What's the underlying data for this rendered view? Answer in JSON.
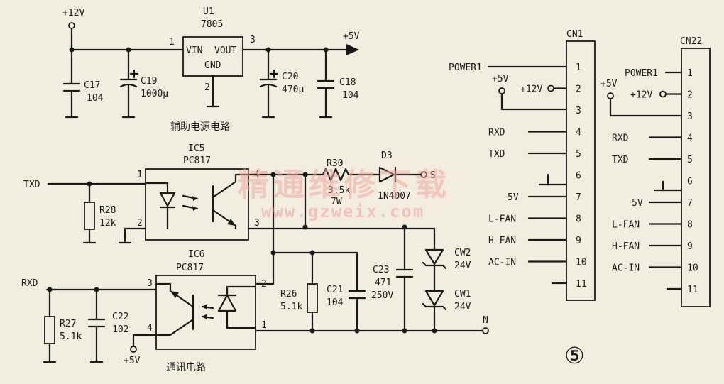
{
  "supply": {
    "v12": "+12V",
    "v5": "+5V"
  },
  "aux": {
    "ic_ref": "U1",
    "ic_part": "7805",
    "vin": "VIN",
    "vout": "VOUT",
    "gnd": "GND",
    "pin1": "1",
    "pin2": "2",
    "pin3": "3",
    "c17_ref": "C17",
    "c17_val": "104",
    "c19_ref": "C19",
    "c19_val": "1000μ",
    "c20_ref": "C20",
    "c20_val": "470μ",
    "c18_ref": "C18",
    "c18_val": "104",
    "title": "辅助电源电路"
  },
  "comm": {
    "ic5_ref": "IC5",
    "ic5_part": "PC817",
    "ic6_ref": "IC6",
    "ic6_part": "PC817",
    "txd": "TXD",
    "rxd": "RXD",
    "n": "N",
    "s": "S",
    "r28_ref": "R28",
    "r28_val": "12k",
    "r30_ref": "R30",
    "r30_val": "3.5k",
    "r30_pw": "7W",
    "d3_ref": "D3",
    "d3_part": "1N4007",
    "r26_ref": "R26",
    "r26_val": "5.1k",
    "c21_ref": "C21",
    "c21_val": "104",
    "c23_ref": "C23",
    "c23_val": "471",
    "c23_v": "250V",
    "cw2_ref": "CW2",
    "cw2_val": "24V",
    "cw1_ref": "CW1",
    "cw1_val": "24V",
    "r27_ref": "R27",
    "r27_val": "5.1k",
    "c22_ref": "C22",
    "c22_val": "102",
    "ic5_p1": "1",
    "ic5_p2": "2",
    "ic5_p3": "3",
    "ic5_p4": "4",
    "ic6_p1": "1",
    "ic6_p2": "2",
    "ic6_p3": "3",
    "ic6_p4": "4",
    "title": "通讯电路"
  },
  "cn1": {
    "ref": "CN1",
    "pins": [
      {
        "num": "1",
        "label": "POWER1"
      },
      {
        "num": "2",
        "label": "+12V"
      },
      {
        "num": "3",
        "label": ""
      },
      {
        "num": "4",
        "label": "RXD"
      },
      {
        "num": "5",
        "label": "TXD"
      },
      {
        "num": "6",
        "label": ""
      },
      {
        "num": "7",
        "label": "5V"
      },
      {
        "num": "8",
        "label": "L-FAN"
      },
      {
        "num": "9",
        "label": "H-FAN"
      },
      {
        "num": "10",
        "label": "AC-IN"
      },
      {
        "num": "11",
        "label": ""
      }
    ],
    "v5": "+5V"
  },
  "cn22": {
    "ref": "CN22",
    "pins": [
      {
        "num": "1",
        "label": "POWER1"
      },
      {
        "num": "2",
        "label": "+12V"
      },
      {
        "num": "3",
        "label": ""
      },
      {
        "num": "4",
        "label": "RXD"
      },
      {
        "num": "5",
        "label": "TXD"
      },
      {
        "num": "6",
        "label": ""
      },
      {
        "num": "7",
        "label": "5V"
      },
      {
        "num": "8",
        "label": "L-FAN"
      },
      {
        "num": "9",
        "label": "H-FAN"
      },
      {
        "num": "10",
        "label": "AC-IN"
      },
      {
        "num": "11",
        "label": ""
      }
    ],
    "v5": "+5V"
  },
  "figure_number": "⑤",
  "watermark": {
    "text": "精通维修下载",
    "url": "www.gzweix.com"
  }
}
